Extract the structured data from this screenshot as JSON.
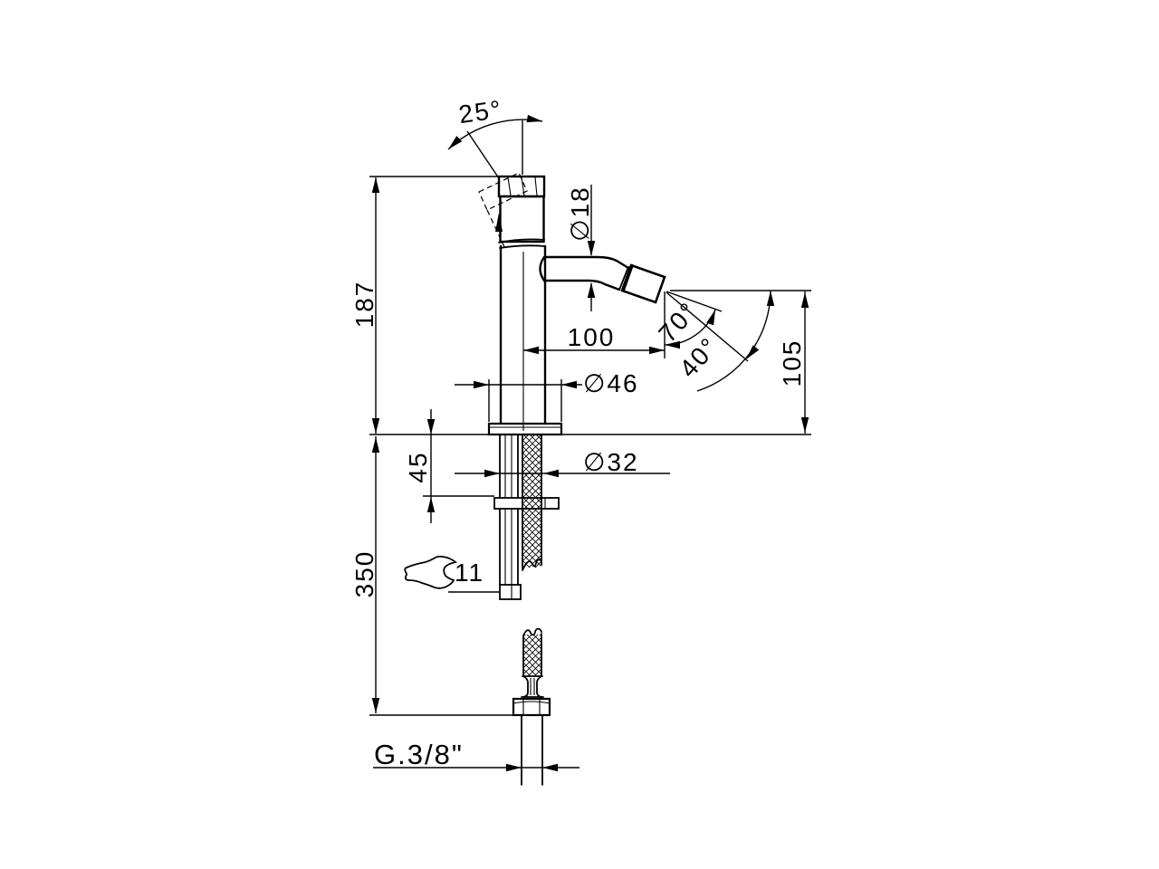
{
  "dims": {
    "handle_angle": "25°",
    "spout_diameter": "∅18",
    "height_to_spout_top": "187",
    "spout_reach": "100",
    "spray_angle_outer": "70°",
    "spray_angle_inner": "40°",
    "outlet_height": "105",
    "base_diameter": "∅46",
    "hole_diameter": "∅32",
    "deck_thickness": "45",
    "wrench_size": "11",
    "hose_length": "350",
    "connection_thread": "G.3/8\""
  }
}
